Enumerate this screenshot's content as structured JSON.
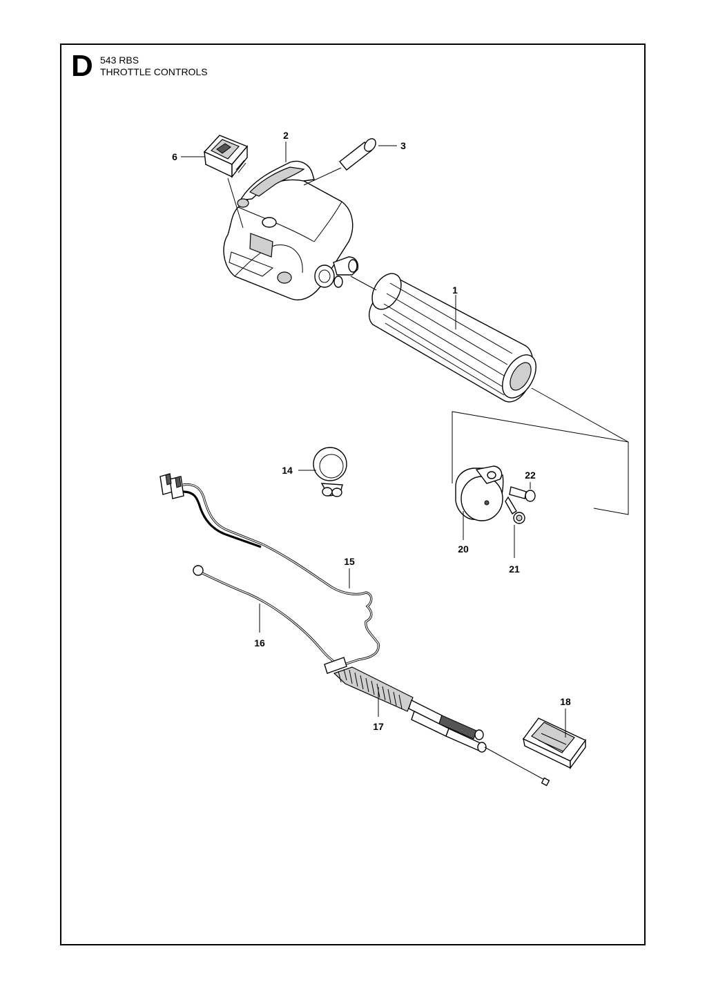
{
  "header": {
    "section_letter": "D",
    "model": "543 RBS",
    "title": "THROTTLE CONTROLS"
  },
  "callouts": {
    "c1": "1",
    "c2": "2",
    "c3": "3",
    "c6": "6",
    "c14": "14",
    "c15": "15",
    "c16": "16",
    "c17": "17",
    "c18": "18",
    "c20": "20",
    "c21": "21",
    "c22": "22"
  }
}
